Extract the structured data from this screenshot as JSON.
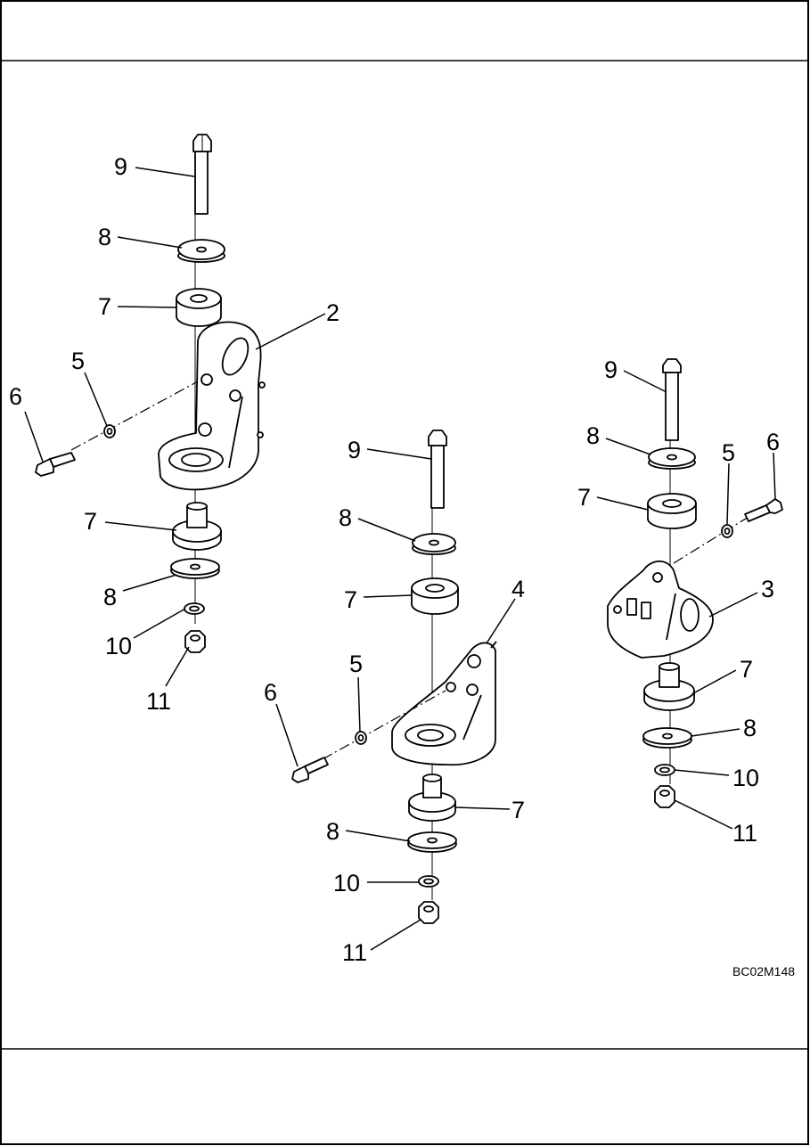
{
  "drawing": {
    "code": "BC02M148",
    "callouts": {
      "a9": "9",
      "a8": "8",
      "a7top": "7",
      "a2": "2",
      "a5": "5",
      "a6": "6",
      "a7bot": "7",
      "a8bot": "8",
      "a10": "10",
      "a11": "11",
      "b9": "9",
      "b8": "8",
      "b7top": "7",
      "b4": "4",
      "b5": "5",
      "b6": "6",
      "b7bot": "7",
      "b8bot": "8",
      "b10": "10",
      "b11": "11",
      "c9": "9",
      "c8": "8",
      "c7top": "7",
      "c5": "5",
      "c6": "6",
      "c3": "3",
      "c7bot": "7",
      "c8bot": "8",
      "c10": "10",
      "c11": "11"
    }
  }
}
